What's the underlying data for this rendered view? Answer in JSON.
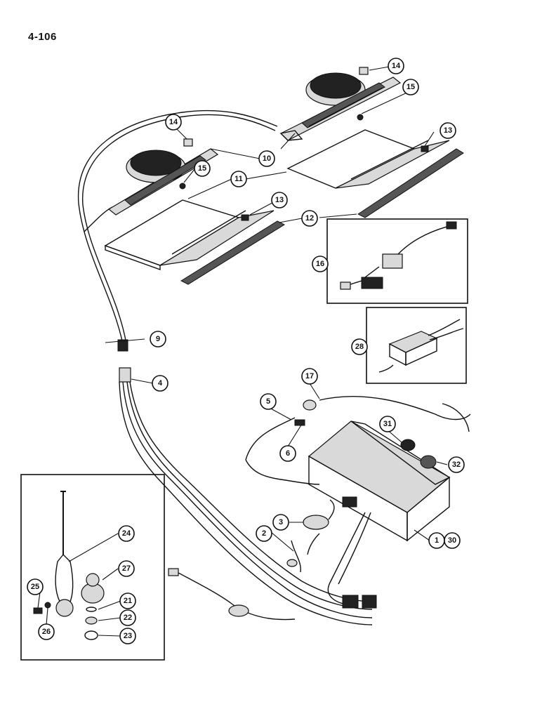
{
  "page": {
    "number": "4-106"
  },
  "callouts": [
    {
      "id": "c1",
      "label": "1"
    },
    {
      "id": "c30",
      "label": "30"
    },
    {
      "id": "c2",
      "label": "2"
    },
    {
      "id": "c3",
      "label": "3"
    },
    {
      "id": "c4",
      "label": "4"
    },
    {
      "id": "c5",
      "label": "5"
    },
    {
      "id": "c6",
      "label": "6"
    },
    {
      "id": "c9",
      "label": "9"
    },
    {
      "id": "c10",
      "label": "10"
    },
    {
      "id": "c11",
      "label": "11"
    },
    {
      "id": "c12",
      "label": "12"
    },
    {
      "id": "c13a",
      "label": "13"
    },
    {
      "id": "c13b",
      "label": "13"
    },
    {
      "id": "c14a",
      "label": "14"
    },
    {
      "id": "c14b",
      "label": "14"
    },
    {
      "id": "c15a",
      "label": "15"
    },
    {
      "id": "c15b",
      "label": "15"
    },
    {
      "id": "c16",
      "label": "16"
    },
    {
      "id": "c17",
      "label": "17"
    },
    {
      "id": "c21",
      "label": "21"
    },
    {
      "id": "c22",
      "label": "22"
    },
    {
      "id": "c23",
      "label": "23"
    },
    {
      "id": "c24",
      "label": "24"
    },
    {
      "id": "c25",
      "label": "25"
    },
    {
      "id": "c26",
      "label": "26"
    },
    {
      "id": "c27",
      "label": "27"
    },
    {
      "id": "c28",
      "label": "28"
    },
    {
      "id": "c31",
      "label": "31"
    },
    {
      "id": "c32",
      "label": "32"
    }
  ]
}
